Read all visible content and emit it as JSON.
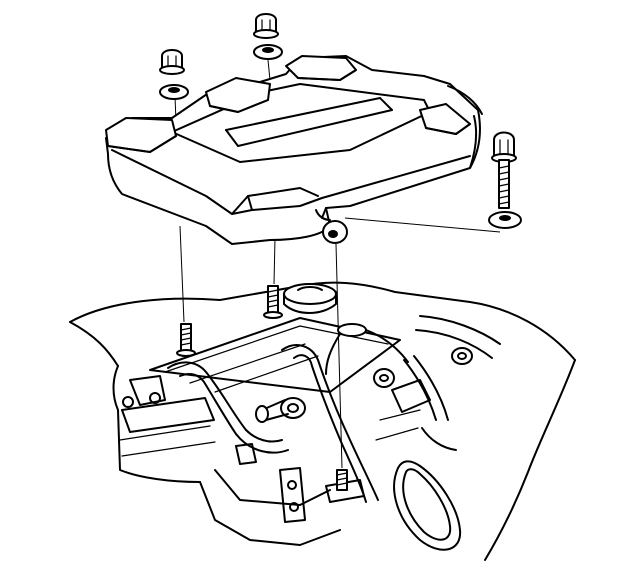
{
  "diagram": {
    "type": "exploded-view-line-drawing",
    "subject": "engine-cover-assembly",
    "parts": [
      {
        "name": "engine-cover",
        "count": 1
      },
      {
        "name": "cap-nut",
        "count": 2
      },
      {
        "name": "washer",
        "count": 3
      },
      {
        "name": "bolt",
        "count": 1
      },
      {
        "name": "stud",
        "count": 3
      },
      {
        "name": "engine-assembly",
        "count": 1
      }
    ],
    "colors": {
      "line": "#000000",
      "background": "#ffffff"
    }
  }
}
